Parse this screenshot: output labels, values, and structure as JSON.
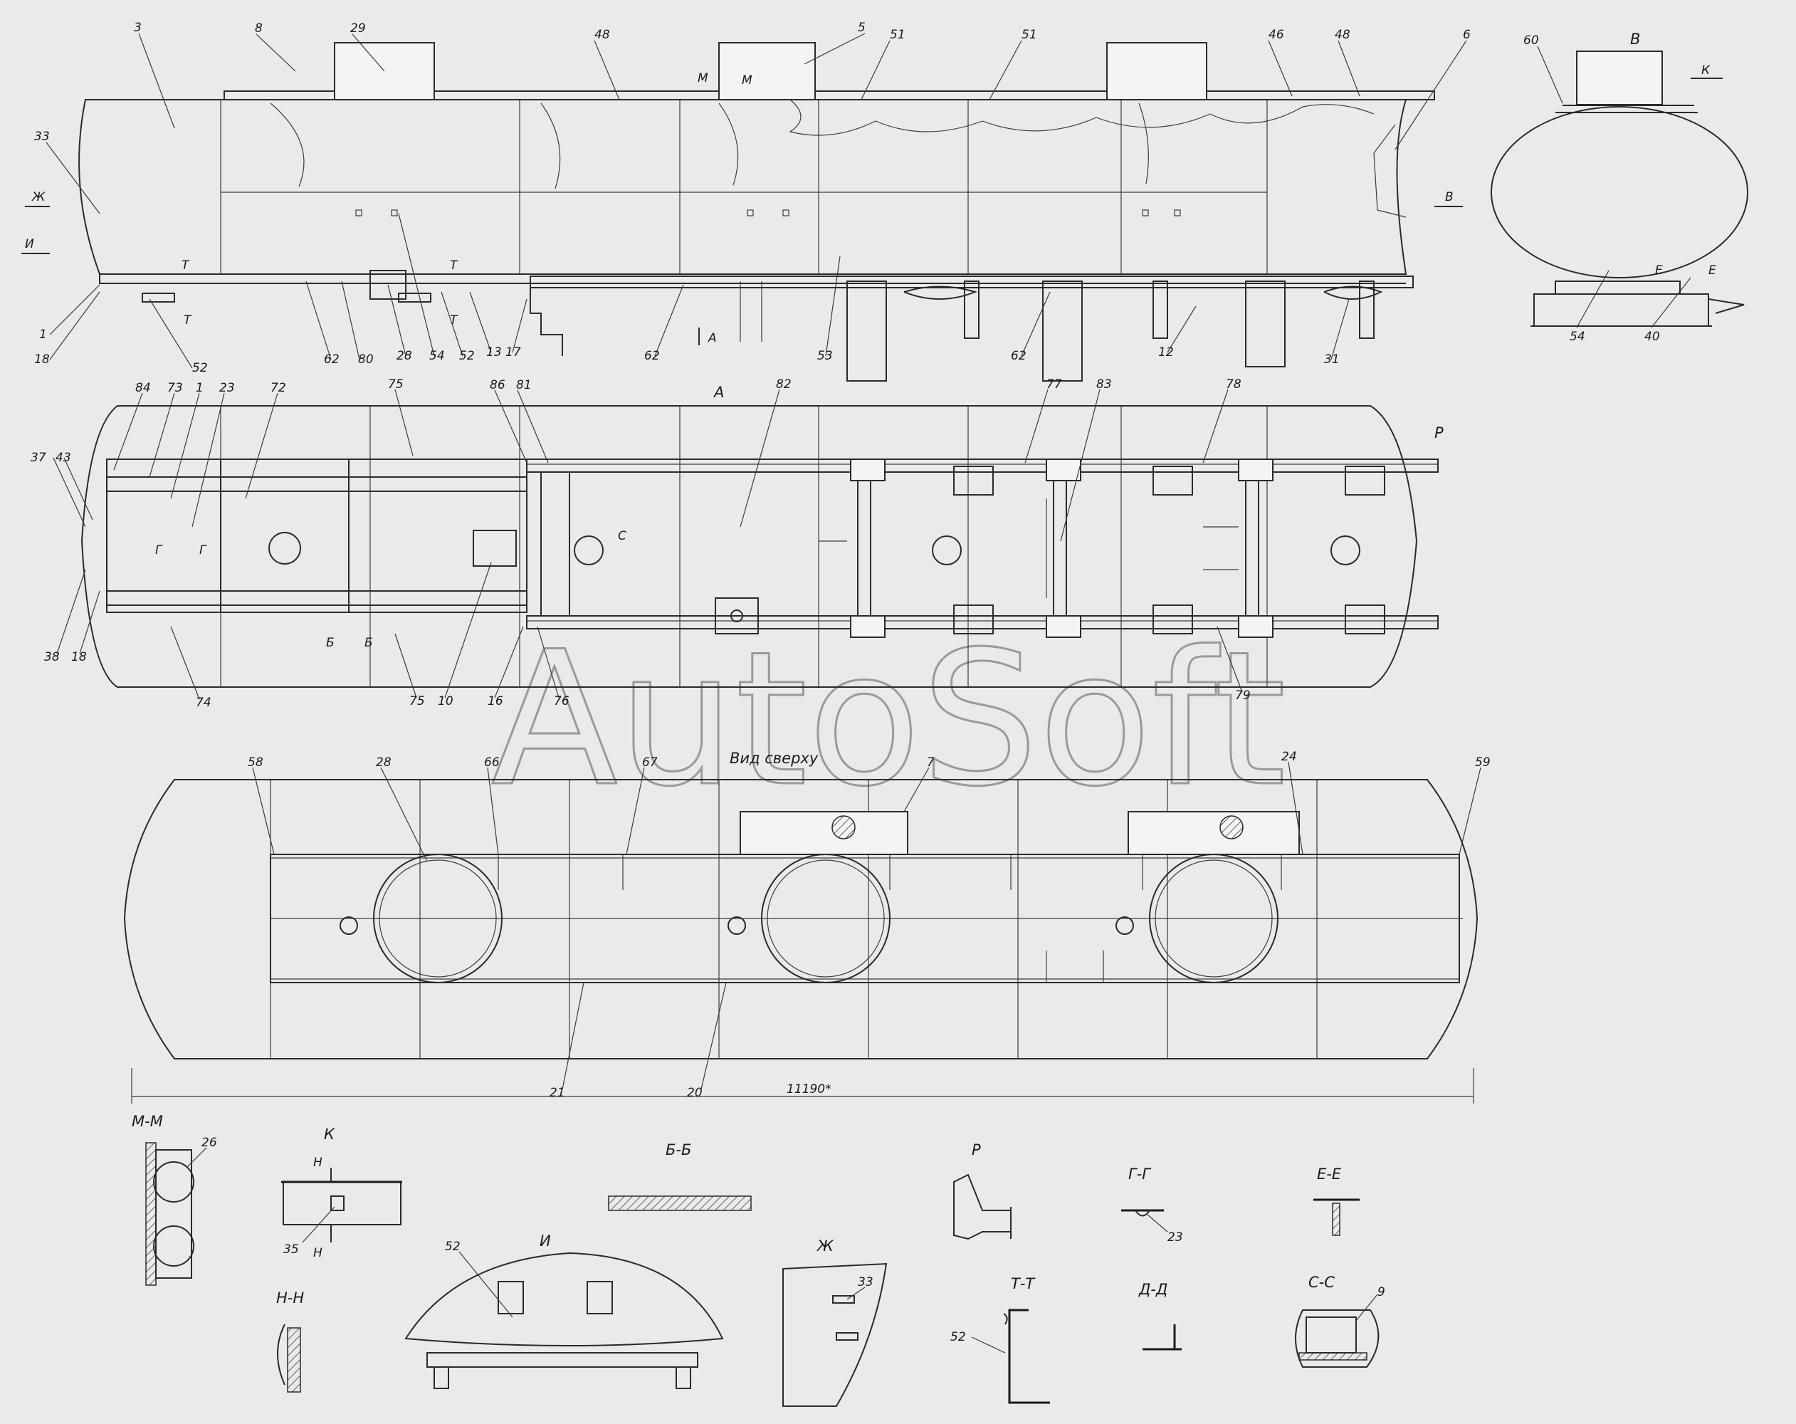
{
  "watermark": "AutoSoft",
  "view_labels": {
    "a": "А",
    "v": "В",
    "top": "Вид сверху",
    "p": "Р"
  },
  "dimension": "11190*",
  "arrows": {
    "zh": "Ж",
    "i": "И",
    "v": "В",
    "k": "К",
    "a": "А",
    "t1": "Т",
    "t2": "Т",
    "t3": "Т",
    "t4": "Т",
    "m1": "М",
    "m2": "М",
    "g1": "Г",
    "g2": "Г",
    "b1": "Б",
    "b2": "Б",
    "e1": "Е",
    "e2": "Е",
    "s": "С"
  },
  "side_callouts": [
    "3",
    "8",
    "29",
    "48",
    "5",
    "51",
    "51",
    "46",
    "48",
    "6",
    "33",
    "1",
    "18",
    "52",
    "62",
    "80",
    "28",
    "54",
    "52",
    "13",
    "17",
    "62",
    "53",
    "62",
    "12",
    "31"
  ],
  "front_callouts": [
    "60",
    "54",
    "40"
  ],
  "bottom_callouts": [
    "84",
    "73",
    "1",
    "23",
    "72",
    "75",
    "86",
    "81",
    "82",
    "77",
    "83",
    "78",
    "37",
    "43",
    "38",
    "18",
    "74",
    "75",
    "10",
    "16",
    "76",
    "79"
  ],
  "top_callouts": [
    "58",
    "28",
    "66",
    "67",
    "7",
    "24",
    "59",
    "21",
    "20"
  ],
  "sections": [
    {
      "title": "М-М",
      "callouts": [
        "26"
      ]
    },
    {
      "title": "К",
      "callouts": [
        "35"
      ],
      "marks": [
        "Н",
        "Н"
      ]
    },
    {
      "title": "Н-Н",
      "callouts": []
    },
    {
      "title": "И",
      "callouts": [
        "52"
      ]
    },
    {
      "title": "Б-Б",
      "callouts": []
    },
    {
      "title": "Ж",
      "callouts": [
        "33"
      ]
    },
    {
      "title": "Р",
      "callouts": []
    },
    {
      "title": "Т-Т",
      "callouts": [
        "52"
      ]
    },
    {
      "title": "Г-Г",
      "callouts": [
        "23"
      ]
    },
    {
      "title": "Д-Д",
      "callouts": []
    },
    {
      "title": "Е-Е",
      "callouts": []
    },
    {
      "title": "С-С",
      "callouts": [
        "9"
      ]
    }
  ]
}
